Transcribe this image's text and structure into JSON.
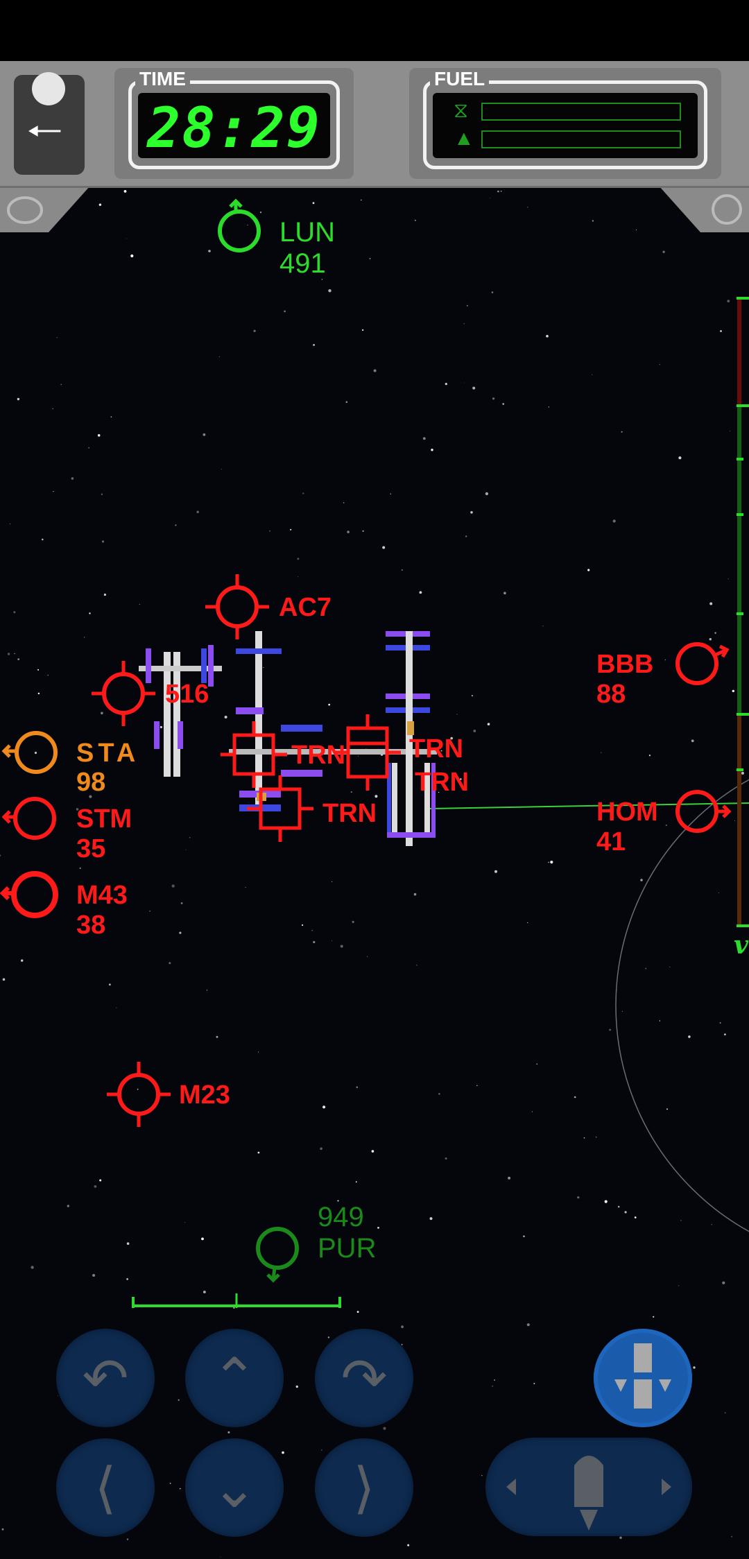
{
  "hud": {
    "time_label": "TIME",
    "time_value": "28:29",
    "fuel_label": "FUEL",
    "fuel_rcs_fraction": 0,
    "fuel_main_fraction": 0
  },
  "targets": {
    "lun": {
      "name": "LUN",
      "dist": "491",
      "color": "#2bdc2b"
    },
    "ac7": {
      "name": "AC7",
      "color": "#ff1a1a"
    },
    "s516": {
      "name": "516",
      "color": "#ff1a1a"
    },
    "bbb": {
      "name": "BBB",
      "dist": "88"
    },
    "hom": {
      "name": "HOM",
      "dist": "41"
    },
    "m23": {
      "name": "M23"
    },
    "sta": {
      "name": "STA",
      "dist": "98",
      "color": "#f08a1c"
    },
    "stm": {
      "name": "STM",
      "dist": "35"
    },
    "m43": {
      "name": "M43",
      "dist": "38"
    },
    "trn1": {
      "name": "TRN"
    },
    "trn2": {
      "name": "TRN"
    },
    "trn3": {
      "name": "TRN"
    },
    "trn4": {
      "name": "TRN"
    },
    "pur": {
      "name": "PUR",
      "dist": "949",
      "color": "#1a8a1a"
    }
  },
  "gauge": {
    "label": "v"
  }
}
